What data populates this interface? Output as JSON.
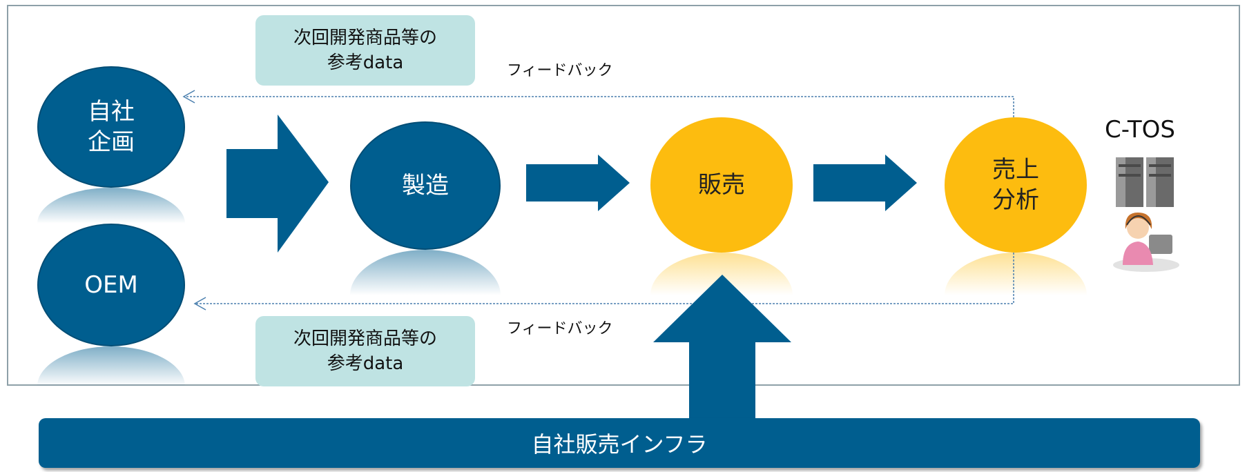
{
  "nodes": {
    "jisha_kikaku": "自社\n企画",
    "oem": "OEM",
    "seizo": "製造",
    "hanbai": "販売",
    "uriage_bunseki": "売上\n分析"
  },
  "notes": {
    "top": "次回開発商品等の\n参考data",
    "bottom": "次回開発商品等の\n参考data"
  },
  "feedback": {
    "top": "フィードバック",
    "bottom": "フィードバック"
  },
  "ctos": {
    "label": "C-TOS",
    "icons": [
      "server-icon",
      "operator-icon"
    ]
  },
  "infra_bar": {
    "label": "自社販売インフラ"
  },
  "colors": {
    "blue": "#005e8f",
    "gold": "#fdbc0f",
    "note_bg": "#bfe3e3",
    "frame": "#8da0a8",
    "feedback_line": "#4a7fae"
  }
}
